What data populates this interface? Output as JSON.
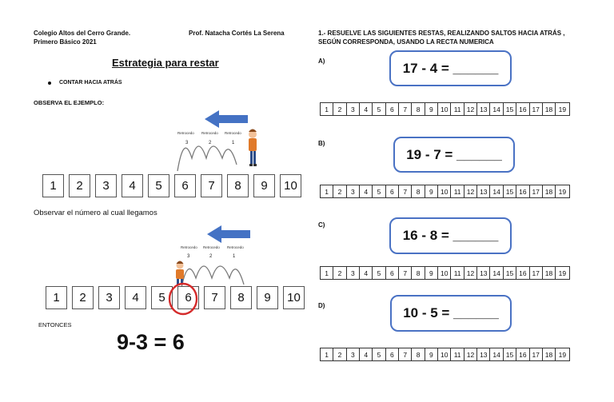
{
  "header": {
    "school": "Colegio Altos del Cerro Grande.",
    "grade": "Primero Básico 2021",
    "teacher": "Prof. Natacha Cortés  La Serena"
  },
  "left": {
    "title": "Estrategia para restar",
    "bullet": "CONTAR HACIA ATRÁS",
    "observe": "OBSERVA EL EJEMPLO:",
    "numbers": [
      "1",
      "2",
      "3",
      "4",
      "5",
      "6",
      "7",
      "8",
      "9",
      "10"
    ],
    "retro_label": "Retrocedo",
    "jumps": [
      "3",
      "2",
      "1"
    ],
    "observe_number": "Observar el número al cual llegamos",
    "then": "ENTONCES",
    "result_equation": "9-3 = 6",
    "colors": {
      "arrow": "#4472c4",
      "circle": "#d42b2b"
    }
  },
  "right": {
    "instructions_line1": "1.- RESUELVE LAS SIGUIENTES RESTAS, REALIZANDO SALTOS HACIA ATRÁS ,",
    "instructions_line2": "SEGÚN CORRESPONDA,  USANDO LA RECTA NUMERICA",
    "number_line": [
      "1",
      "2",
      "3",
      "4",
      "5",
      "6",
      "7",
      "8",
      "9",
      "10",
      "11",
      "12",
      "13",
      "14",
      "15",
      "16",
      "17",
      "18",
      "19"
    ],
    "exercises": [
      {
        "label": "A)",
        "equation": "17 - 4 = ______"
      },
      {
        "label": "B)",
        "equation": "19 - 7 = ______"
      },
      {
        "label": "C)",
        "equation": "16 - 8 = ______"
      },
      {
        "label": "D)",
        "equation": "10 - 5 = ______"
      }
    ],
    "colors": {
      "box_border": "#4a72c4"
    }
  }
}
